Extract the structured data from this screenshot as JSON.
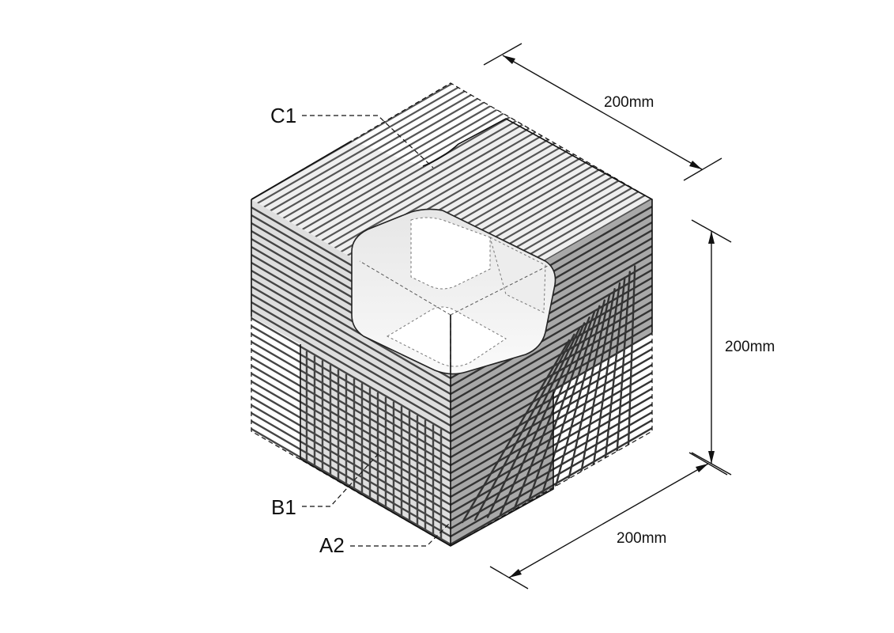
{
  "callouts": {
    "c1": "C1",
    "b1": "B1",
    "a2": "A2"
  },
  "dimensions": {
    "top_right": "200mm",
    "right_vertical": "200mm",
    "bottom_right": "200mm"
  },
  "colors": {
    "line": "#111111",
    "face_top": "#eeeeee",
    "face_left": "#dcdcdc",
    "face_right": "#a9a9a9",
    "cavity": "#f7f7f7"
  }
}
